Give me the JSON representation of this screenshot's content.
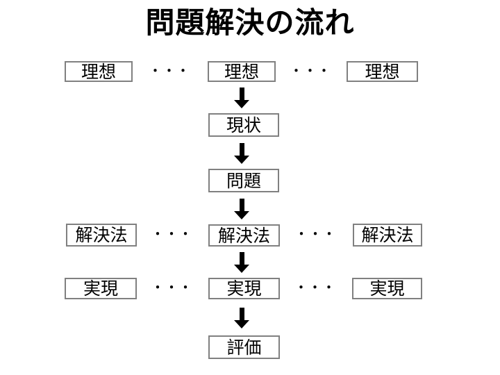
{
  "title": "問題解決の流れ",
  "ellipsis": "・・・",
  "boxes": {
    "ideal": "理想",
    "current_state": "現状",
    "problem": "問題",
    "solution": "解決法",
    "realize": "実現",
    "evaluation": "評価"
  },
  "colors": {
    "background": "#ffffff",
    "box_border": "#808080",
    "text": "#000000",
    "arrow": "#000000"
  }
}
